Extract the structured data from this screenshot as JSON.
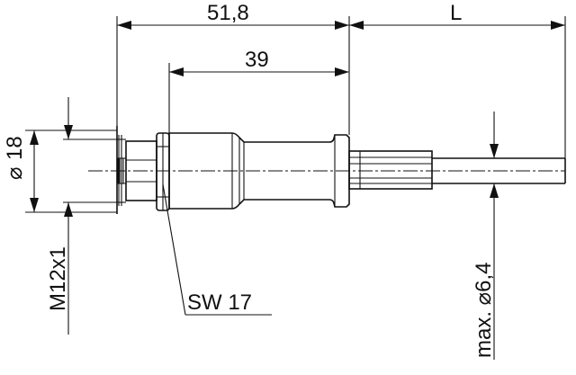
{
  "drawing": {
    "dimensions": {
      "overall_length": "51,8",
      "body_length": "39",
      "cable_length": "L",
      "diameter": "18",
      "thread": "M12x1",
      "wrench_size": "SW 17",
      "cable_diameter": "max. 6,4"
    },
    "symbols": {
      "diameter_sign": "⌀"
    }
  }
}
